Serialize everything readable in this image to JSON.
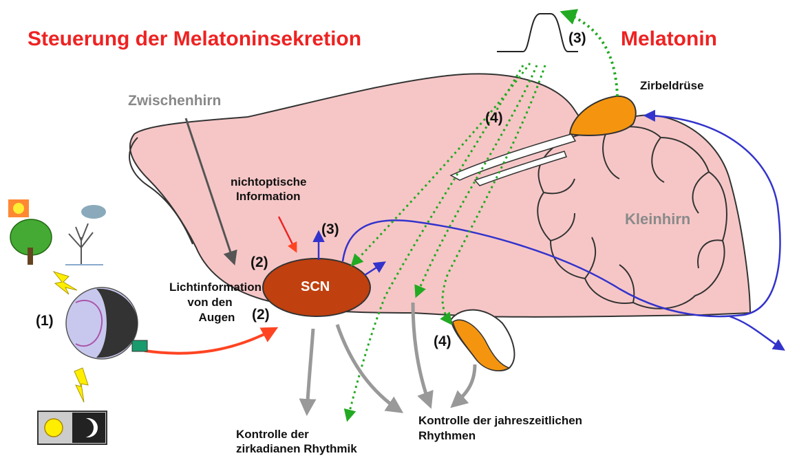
{
  "title_left": "Steuerung der Melatoninsekretion",
  "title_right": "Melatonin",
  "labels": {
    "zwischenhirn": "Zwischenhirn",
    "zirbeldruese": "Zirbeldrüse",
    "kleinhirn": "Kleinhirn",
    "scn": "SCN",
    "nichtoptische_1": "nichtoptische",
    "nichtoptische_2": "Information",
    "licht_1": "Lichtinformation",
    "licht_2": "von den",
    "licht_3": "Augen",
    "kontrolle_zirk_1": "Kontrolle der",
    "kontrolle_zirk_2": "zirkadianen Rhythmik",
    "kontrolle_jahr_1": "Kontrolle der jahreszeitlichen",
    "kontrolle_jahr_2": "Rhythmen"
  },
  "markers": {
    "m1": "(1)",
    "m2_scn": "(2)",
    "m2_eye": "(2)",
    "m3_scn": "(3)",
    "m3_top": "(3)",
    "m4_top": "(4)",
    "m4_bottom": "(4)"
  },
  "colors": {
    "title": "#ee2222",
    "brain": "#f6c6c6",
    "scn": "#c0400f",
    "pineal": "#f5950f",
    "neural_path": "#3333cc",
    "melatonin_path": "#22aa22",
    "output_arrow": "#999999",
    "light_arrow": "#ff4422"
  },
  "icons": [
    "sun-icon",
    "summer-tree-icon",
    "winter-tree-icon",
    "lightning-icon",
    "eye-icon",
    "day-night-icon"
  ]
}
